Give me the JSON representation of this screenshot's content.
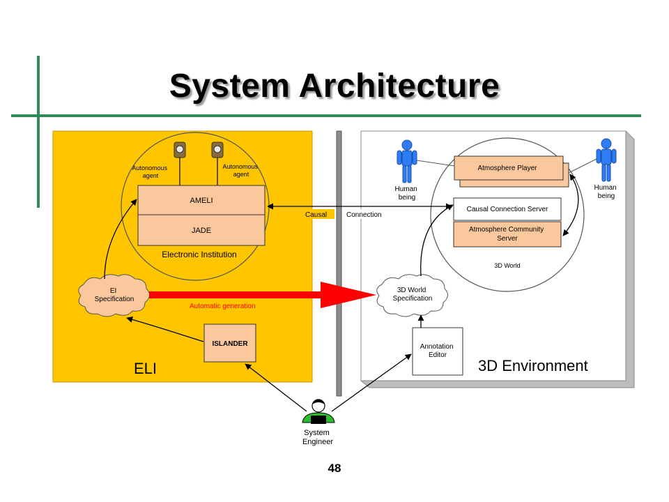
{
  "slide": {
    "title": "System Architecture",
    "page_number": "48"
  },
  "eli_panel": {
    "label": "ELI",
    "color": "#FFC600",
    "autonomous_agent_left": [
      "Autonomous",
      "agent"
    ],
    "autonomous_agent_right": [
      "Autonomous",
      "agent"
    ],
    "ameli": "AMELI",
    "jade": "JADE",
    "electronic_institution": "Electronic Institution",
    "ei_specification": [
      "EI",
      "Specification"
    ],
    "islander": "ISLANDER"
  },
  "env_panel": {
    "label": "3D Environment",
    "atmosphere_player": "Atmosphere Player",
    "causal_connection_server": "Causal Connection Server",
    "community_server": [
      "Atmosphere Community",
      "Server"
    ],
    "world_3d": "3D World",
    "world_spec": [
      "3D World",
      "Specification"
    ],
    "annotation_editor": [
      "Annotation",
      "Editor"
    ],
    "human_left": [
      "Human",
      "being"
    ],
    "human_right": [
      "Human",
      "being"
    ]
  },
  "connections": {
    "causal": "Causal",
    "connection": "Connection",
    "automatic_generation": "Automatic generation"
  },
  "engineer": [
    "System",
    "Engineer"
  ],
  "colors": {
    "box_fill": "#FBC89E",
    "red_arrow": "#FF0000",
    "green_rule": "#2E8B57",
    "human_blue": "#2E7CF6",
    "engineer_green": "#2DBE2D"
  }
}
